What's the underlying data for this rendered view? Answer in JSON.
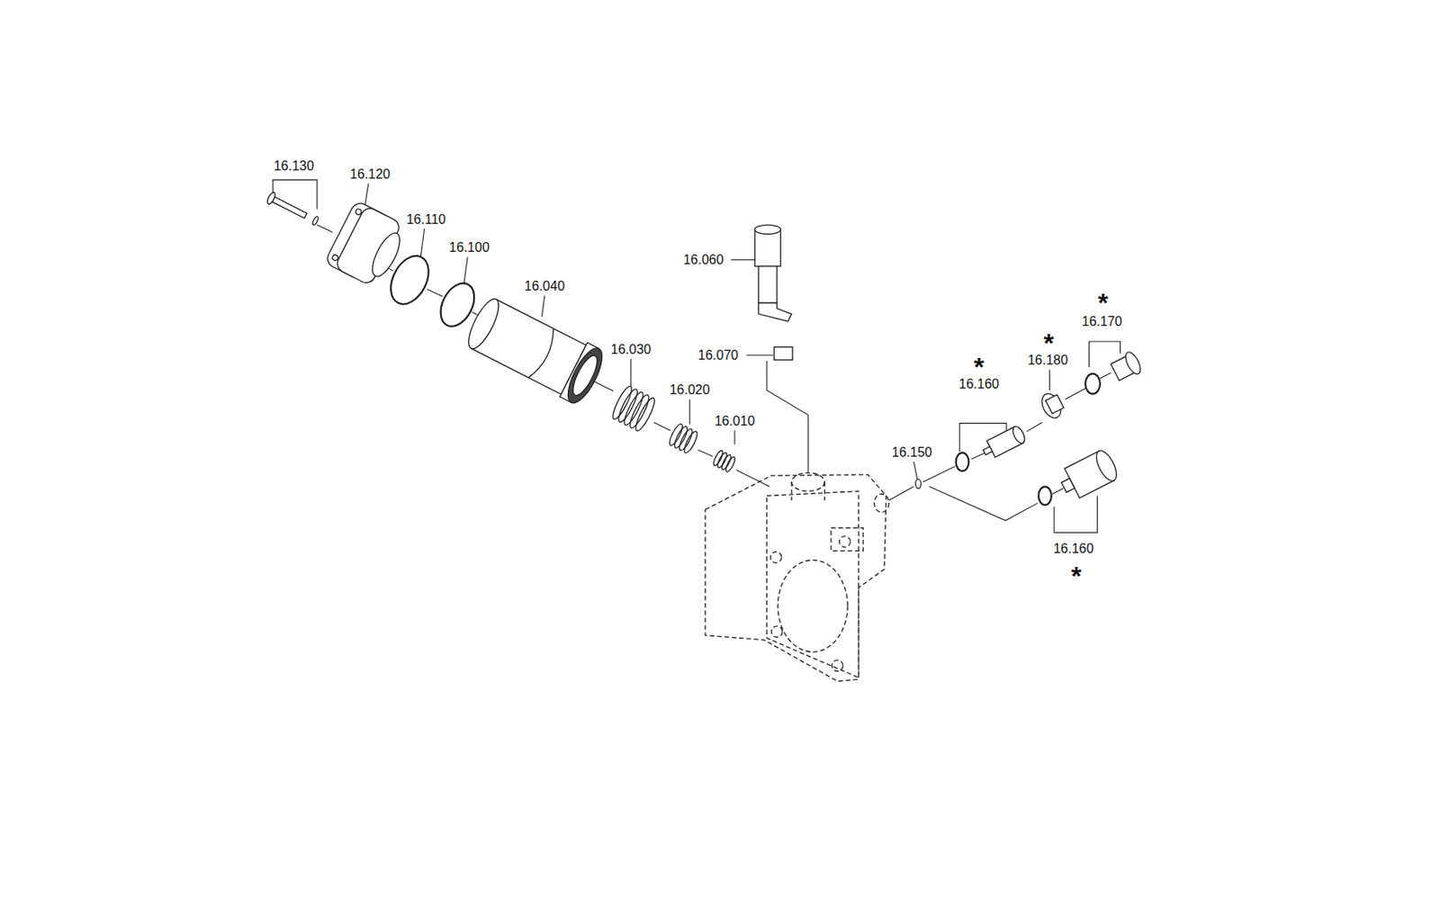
{
  "diagram": {
    "labels": [
      "16.130",
      "16.120",
      "16.110",
      "16.100",
      "16.040",
      "16.060",
      "16.070",
      "16.030",
      "16.020",
      "16.010",
      "16.150",
      "*",
      "16.160",
      "*",
      "16.180",
      "*",
      "16.170",
      "16.160",
      "*"
    ]
  }
}
